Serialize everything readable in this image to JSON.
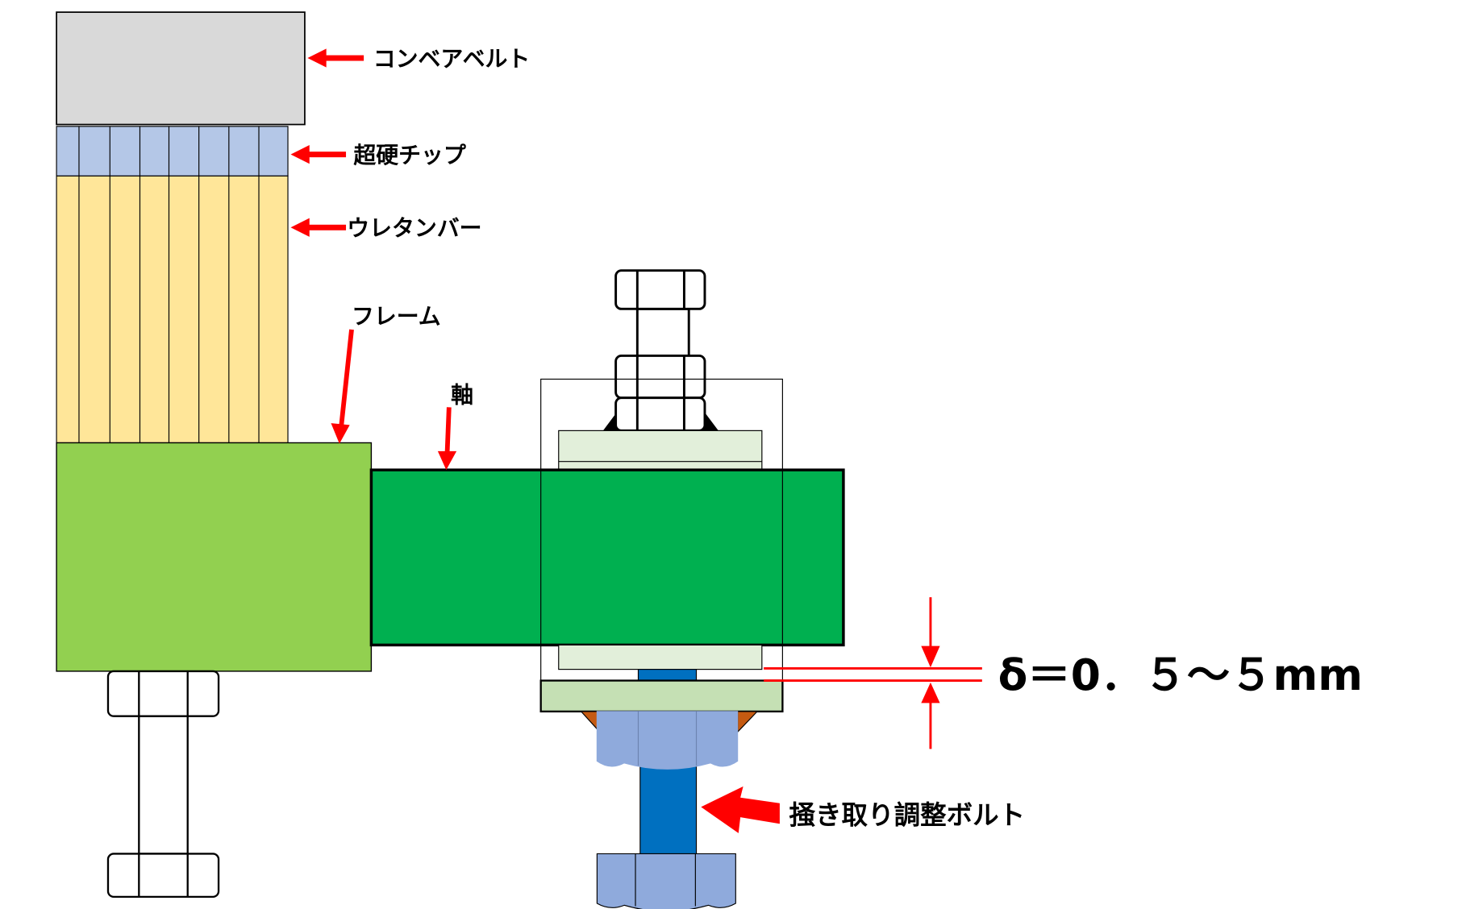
{
  "labels": {
    "conveyor_belt": "コンベアベルト",
    "carbide_tip": "超硬チップ",
    "urethane_bar": "ウレタンバー",
    "frame": "フレーム",
    "shaft": "軸",
    "adjust_bolt": "掻き取り調整ボルト",
    "clearance": "δ＝0．５～５mm"
  },
  "colors": {
    "belt": "#d9d9d9",
    "tip": "#b4c7e7",
    "urethane": "#ffe699",
    "frame": "#92d050",
    "shaft": "#00b050",
    "spacer": "#e2efda",
    "plate": "#c5e0b4",
    "nut_blue": "#8faadc",
    "bolt_blue": "#0070c0",
    "weld": "#c55a11",
    "arrow": "#ff0000"
  }
}
